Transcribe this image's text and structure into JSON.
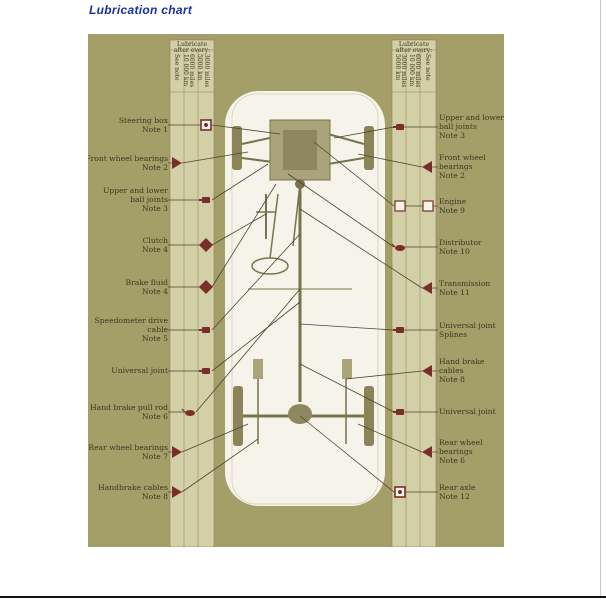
{
  "page": {
    "title": "Lubrication  chart"
  },
  "colors": {
    "title": "#1a2fa8",
    "background": "#a49e68",
    "column": "#d3cfa6",
    "car_body": "#f6f4ea",
    "chassis": "#78734d",
    "symbol_red": "#7a2e2a"
  },
  "left_header": {
    "line1": "Lubricate",
    "line2": "after every:",
    "columns": [
      "See note",
      "10 000 km",
      "6000 miles",
      "5000 km",
      "3000 miles"
    ]
  },
  "right_header": {
    "line1": "Lubricate",
    "line2": "after every:",
    "columns": [
      "5000 km",
      "3000 miles",
      "10 000 km",
      "6000 miles",
      "See note"
    ]
  },
  "left_items": [
    {
      "text": "Steering box",
      "note": "Note 1",
      "symbol": "square-dot-icon"
    },
    {
      "text": "Front wheel bearings",
      "note": "Note 2",
      "symbol": "triangle-right-icon"
    },
    {
      "text": "Upper and lower\nball joints",
      "note": "Note 3",
      "symbol": "grease-gun-icon"
    },
    {
      "text": "Clutch",
      "note": "Note 4",
      "symbol": "diamond-icon"
    },
    {
      "text": "Brake fluid",
      "note": "Note 4",
      "symbol": "diamond-icon"
    },
    {
      "text": "Speedometer drive\ncable",
      "note": "Note 5",
      "symbol": "grease-gun-icon"
    },
    {
      "text": "Universal joint",
      "note": "",
      "symbol": "grease-gun-icon"
    },
    {
      "text": "Hand brake pull rod",
      "note": "Note 6",
      "symbol": "oil-can-icon"
    },
    {
      "text": "Rear wheel bearings",
      "note": "Note 7",
      "symbol": "triangle-right-icon"
    },
    {
      "text": "Handbrake cables",
      "note": "Note 8",
      "symbol": "triangle-right-icon"
    }
  ],
  "right_items": [
    {
      "text": "Upper and lower\nball joints",
      "note": "Note 3",
      "symbol": "grease-gun-icon"
    },
    {
      "text": "Front wheel\nbearings",
      "note": "Note 2",
      "symbol": "triangle-left-icon"
    },
    {
      "text": "Engine",
      "note": "Note 9",
      "symbol": "open-square-icon"
    },
    {
      "text": "Distributor",
      "note": "Note 10",
      "symbol": "oil-can-icon"
    },
    {
      "text": "Transmission",
      "note": "Note 11",
      "symbol": "triangle-left-icon"
    },
    {
      "text": "Universal joint",
      "note": "Splines",
      "symbol": "grease-gun-icon"
    },
    {
      "text": "Hand brake\ncables",
      "note": "Note 8",
      "symbol": "triangle-left-icon"
    },
    {
      "text": "Universal joint",
      "note": "",
      "symbol": "grease-gun-icon"
    },
    {
      "text": "Rear wheel\nbearings",
      "note": "Note 6",
      "symbol": "triangle-left-icon"
    },
    {
      "text": "Rear axle",
      "note": "Note 12",
      "symbol": "square-dot-icon"
    }
  ]
}
